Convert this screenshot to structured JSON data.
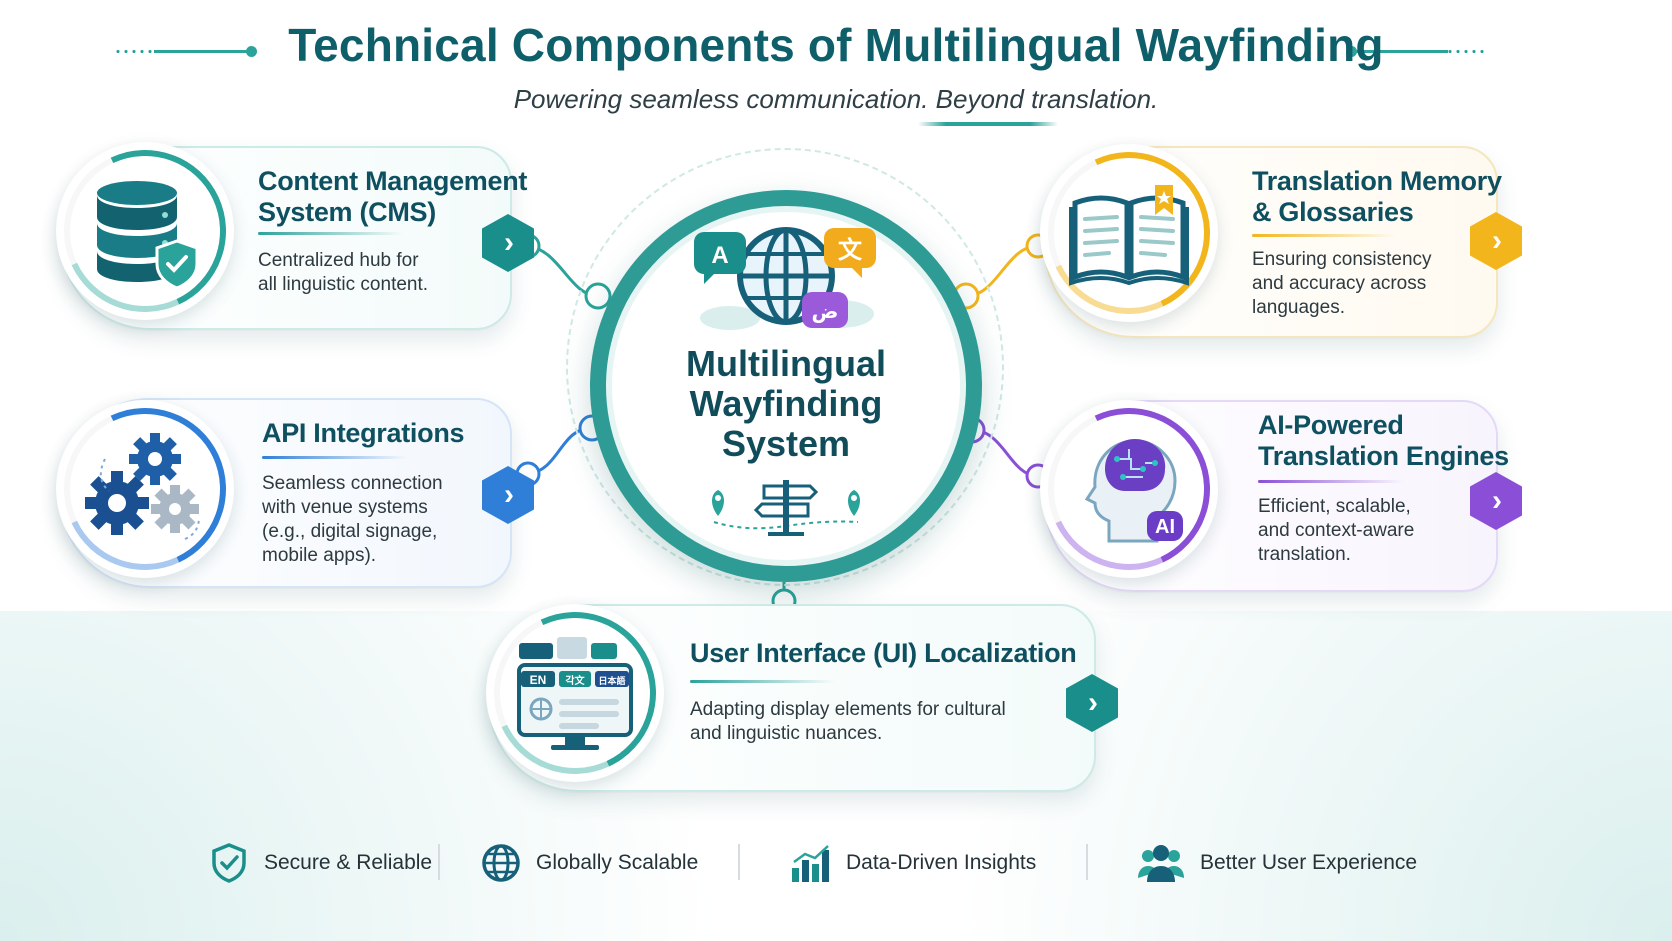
{
  "header": {
    "title": "Technical Components of Multilingual Wayfinding",
    "subtitle": "Powering seamless communication. Beyond translation."
  },
  "center": {
    "title_line1": "Multilingual",
    "title_line2": "Wayfinding",
    "title_line3": "System",
    "bubble_a": "A",
    "bubble_zh": "文",
    "bubble_ar": "ض"
  },
  "components": {
    "cms": {
      "title_line1": "Content Management",
      "title_line2": "System (CMS)",
      "desc_line1": "Centralized hub for",
      "desc_line2": "all linguistic content.",
      "icon": "database-shield-icon"
    },
    "api": {
      "title_line1": "API Integrations",
      "desc_line1": "Seamless connection",
      "desc_line2": "with venue systems",
      "desc_line3": "(e.g., digital signage,",
      "desc_line4": "mobile apps).",
      "icon": "gears-icon"
    },
    "ui": {
      "title_line1": "User Interface (UI) Localization",
      "desc_line1": "Adapting display elements for cultural",
      "desc_line2": "and linguistic nuances.",
      "lang_en": "EN",
      "lang_ko": "각文",
      "lang_ja": "日本語",
      "icon": "monitor-languages-icon"
    },
    "tm": {
      "title_line1": "Translation Memory",
      "title_line2": "& Glossaries",
      "desc_line1": "Ensuring consistency",
      "desc_line2": "and accuracy across",
      "desc_line3": "languages.",
      "icon": "open-book-icon"
    },
    "ai": {
      "title_line1": "AI-Powered",
      "title_line2": "Translation Engines",
      "desc_line1": "Efficient, scalable,",
      "desc_line2": "and context-aware",
      "desc_line3": "translation.",
      "ai_badge": "AI",
      "icon": "ai-head-icon"
    }
  },
  "footer": {
    "items": [
      {
        "label": "Secure & Reliable",
        "icon": "shield-check-icon"
      },
      {
        "label": "Globally Scalable",
        "icon": "globe-icon"
      },
      {
        "label": "Data-Driven Insights",
        "icon": "bar-chart-icon"
      },
      {
        "label": "Better User Experience",
        "icon": "users-icon"
      }
    ]
  },
  "colors": {
    "teal": "#2aa39a",
    "dark_teal": "#0f5f6b",
    "blue": "#2f7fd8",
    "gold": "#f2b51c",
    "purple": "#8a4fd6"
  }
}
